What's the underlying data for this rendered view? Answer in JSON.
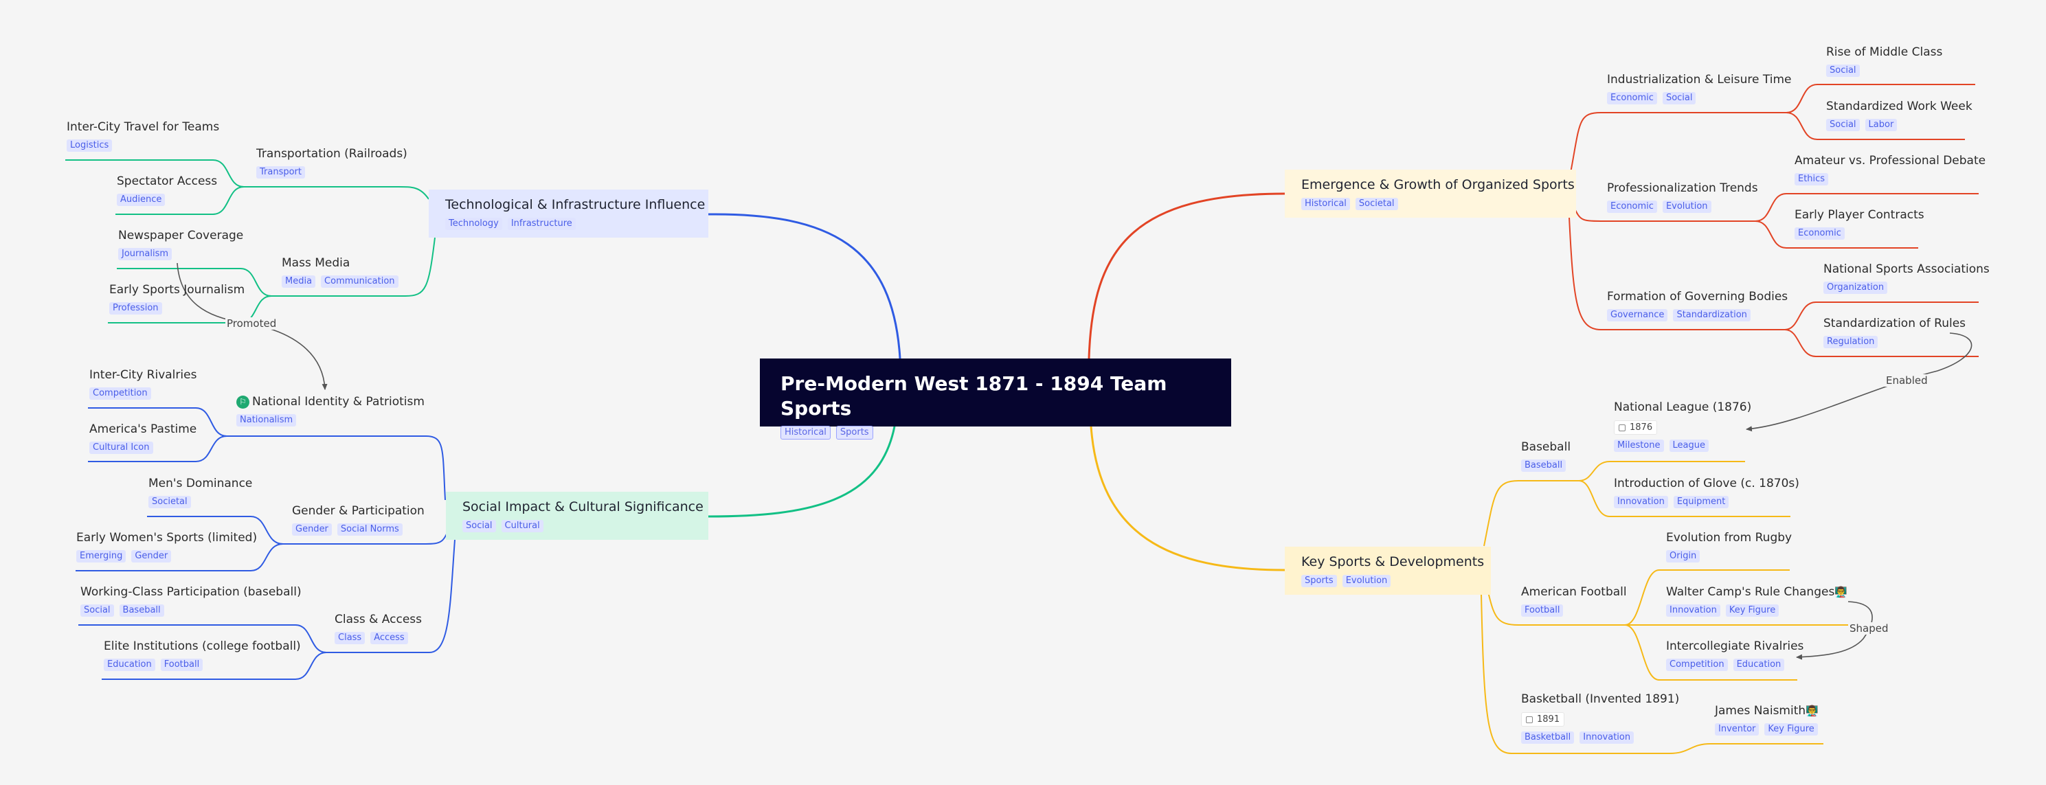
{
  "root": {
    "label": "Pre-Modern West 1871 - 1894 Team Sports",
    "tags": [
      "Historical",
      "Sports"
    ]
  },
  "colors": {
    "blue": "#2f5be3",
    "green": "#12c085",
    "red": "#e24425",
    "yellow": "#f6b917",
    "root_bg": "#06052f"
  },
  "tech": {
    "label": "Technological & Infrastructure Influence",
    "tags": [
      "Technology",
      "Infrastructure"
    ],
    "rail": {
      "label": "Transportation (Railroads)",
      "tags": [
        "Transport"
      ],
      "travel": {
        "label": "Inter-City Travel for Teams",
        "tags": [
          "Logistics"
        ]
      },
      "spectator": {
        "label": "Spectator Access",
        "tags": [
          "Audience"
        ]
      }
    },
    "media": {
      "label": "Mass Media",
      "tags": [
        "Media",
        "Communication"
      ],
      "newspaper": {
        "label": "Newspaper Coverage",
        "tags": [
          "Journalism"
        ]
      },
      "journalism": {
        "label": "Early Sports Journalism",
        "tags": [
          "Profession"
        ]
      }
    }
  },
  "social": {
    "label": "Social Impact & Cultural Significance",
    "tags": [
      "Social",
      "Cultural"
    ],
    "identity": {
      "label": "National Identity & Patriotism",
      "icon": "flag-icon",
      "tags": [
        "Nationalism"
      ],
      "rivalries": {
        "label": "Inter-City Rivalries",
        "tags": [
          "Competition"
        ]
      },
      "pastime": {
        "label": "America's Pastime",
        "tags": [
          "Cultural Icon"
        ]
      }
    },
    "gender": {
      "label": "Gender & Participation",
      "tags": [
        "Gender",
        "Social Norms"
      ],
      "men": {
        "label": "Men's Dominance",
        "tags": [
          "Societal"
        ]
      },
      "women": {
        "label": "Early Women's Sports (limited)",
        "tags": [
          "Emerging",
          "Gender"
        ]
      }
    },
    "class": {
      "label": "Class & Access",
      "tags": [
        "Class",
        "Access"
      ],
      "working": {
        "label": "Working-Class Participation (baseball)",
        "tags": [
          "Social",
          "Baseball"
        ]
      },
      "elite": {
        "label": "Elite Institutions (college football)",
        "tags": [
          "Education",
          "Football"
        ]
      }
    }
  },
  "emergence": {
    "label": "Emergence & Growth of Organized Sports",
    "tags": [
      "Historical",
      "Societal"
    ],
    "industrial": {
      "label": "Industrialization & Leisure Time",
      "tags": [
        "Economic",
        "Social"
      ],
      "middle": {
        "label": "Rise of Middle Class",
        "tags": [
          "Social"
        ]
      },
      "week": {
        "label": "Standardized Work Week",
        "tags": [
          "Social",
          "Labor"
        ]
      }
    },
    "pro": {
      "label": "Professionalization Trends",
      "tags": [
        "Economic",
        "Evolution"
      ],
      "debate": {
        "label": "Amateur vs. Professional Debate",
        "tags": [
          "Ethics"
        ]
      },
      "contracts": {
        "label": "Early Player Contracts",
        "tags": [
          "Economic"
        ]
      }
    },
    "gov": {
      "label": "Formation of Governing Bodies",
      "tags": [
        "Governance",
        "Standardization"
      ],
      "assoc": {
        "label": "National Sports Associations",
        "tags": [
          "Organization"
        ]
      },
      "rules": {
        "label": "Standardization of Rules",
        "tags": [
          "Regulation"
        ]
      }
    }
  },
  "key": {
    "label": "Key Sports & Developments",
    "tags": [
      "Sports",
      "Evolution"
    ],
    "baseball": {
      "label": "Baseball",
      "tags": [
        "Baseball"
      ],
      "league": {
        "label": "National League (1876)",
        "date": "1876",
        "tags": [
          "Milestone",
          "League"
        ]
      },
      "glove": {
        "label": "Introduction of Glove (c. 1870s)",
        "tags": [
          "Innovation",
          "Equipment"
        ]
      }
    },
    "football": {
      "label": "American Football",
      "tags": [
        "Football"
      ],
      "rugby": {
        "label": "Evolution from Rugby",
        "tags": [
          "Origin"
        ]
      },
      "camp": {
        "label": "Walter Camp's Rule Changes",
        "emoji": "👨‍🏫",
        "tags": [
          "Innovation",
          "Key Figure"
        ]
      },
      "inter": {
        "label": "Intercollegiate Rivalries",
        "tags": [
          "Competition",
          "Education"
        ]
      }
    },
    "basketball": {
      "label": "Basketball (Invented 1891)",
      "date": "1891",
      "tags": [
        "Basketball",
        "Innovation"
      ],
      "naismith": {
        "label": "James Naismith",
        "emoji": "👨‍🏫",
        "tags": [
          "Inventor",
          "Key Figure"
        ]
      }
    }
  },
  "relations": {
    "promoted": "Promoted",
    "enabled": "Enabled",
    "shaped": "Shaped"
  }
}
